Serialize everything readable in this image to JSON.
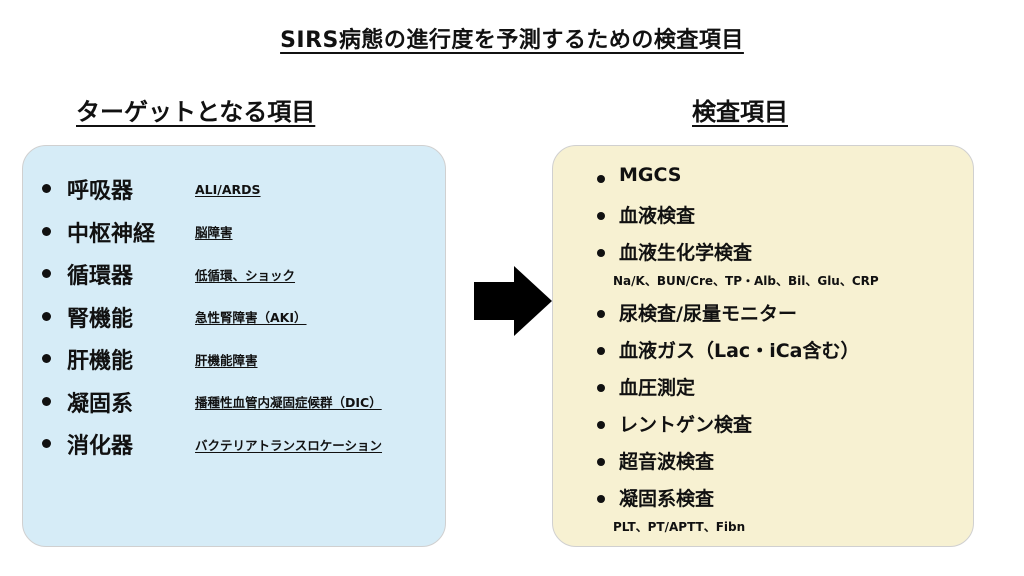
{
  "title": "SIRS病態の進行度を予測するための検査項目",
  "left": {
    "heading": "ターゲットとなる項目",
    "items": [
      {
        "name": "呼吸器",
        "detail": "ALI/ARDS"
      },
      {
        "name": "中枢神経",
        "detail": "脳障害"
      },
      {
        "name": "循環器",
        "detail": "低循環、ショック"
      },
      {
        "name": "腎機能",
        "detail": "急性腎障害（AKI）"
      },
      {
        "name": "肝機能",
        "detail": "肝機能障害"
      },
      {
        "name": "凝固系",
        "detail": "播種性血管内凝固症候群（DIC）"
      },
      {
        "name": "消化器",
        "detail": "バクテリアトランスロケーション"
      }
    ]
  },
  "right": {
    "heading": "検査項目",
    "items": [
      {
        "name": "MGCS"
      },
      {
        "name": "血液検査"
      },
      {
        "name": "血液生化学検査",
        "sub": "Na/K、BUN/Cre、TP・Alb、Bil、Glu、CRP"
      },
      {
        "name": "尿検査/尿量モニター"
      },
      {
        "name": "血液ガス（Lac・iCa含む）"
      },
      {
        "name": "血圧測定"
      },
      {
        "name": "レントゲン検査"
      },
      {
        "name": "超音波検査"
      },
      {
        "name": "凝固系検査",
        "sub": "PLT、PT/APTT、Fibn"
      }
    ]
  },
  "colors": {
    "left_panel": "#d6ecf7",
    "right_panel": "#f7f1d2",
    "arrow": "#000000"
  }
}
